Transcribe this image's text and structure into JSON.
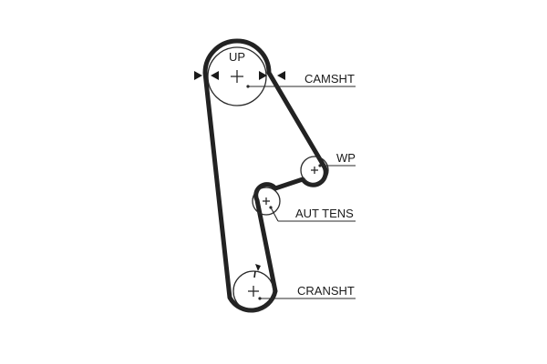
{
  "diagram": {
    "markers": {
      "camshaft_mark": "UP"
    },
    "components": [
      {
        "key": "camshaft",
        "label": "CAMSHT"
      },
      {
        "key": "water_pump",
        "label": "WP"
      },
      {
        "key": "auto_tensioner",
        "label": "AUT TENS"
      },
      {
        "key": "crankshaft",
        "label": "CRANSHT"
      }
    ],
    "colors": {
      "belt": "#222222",
      "line": "#2a2a2a",
      "background": "#ffffff"
    }
  }
}
